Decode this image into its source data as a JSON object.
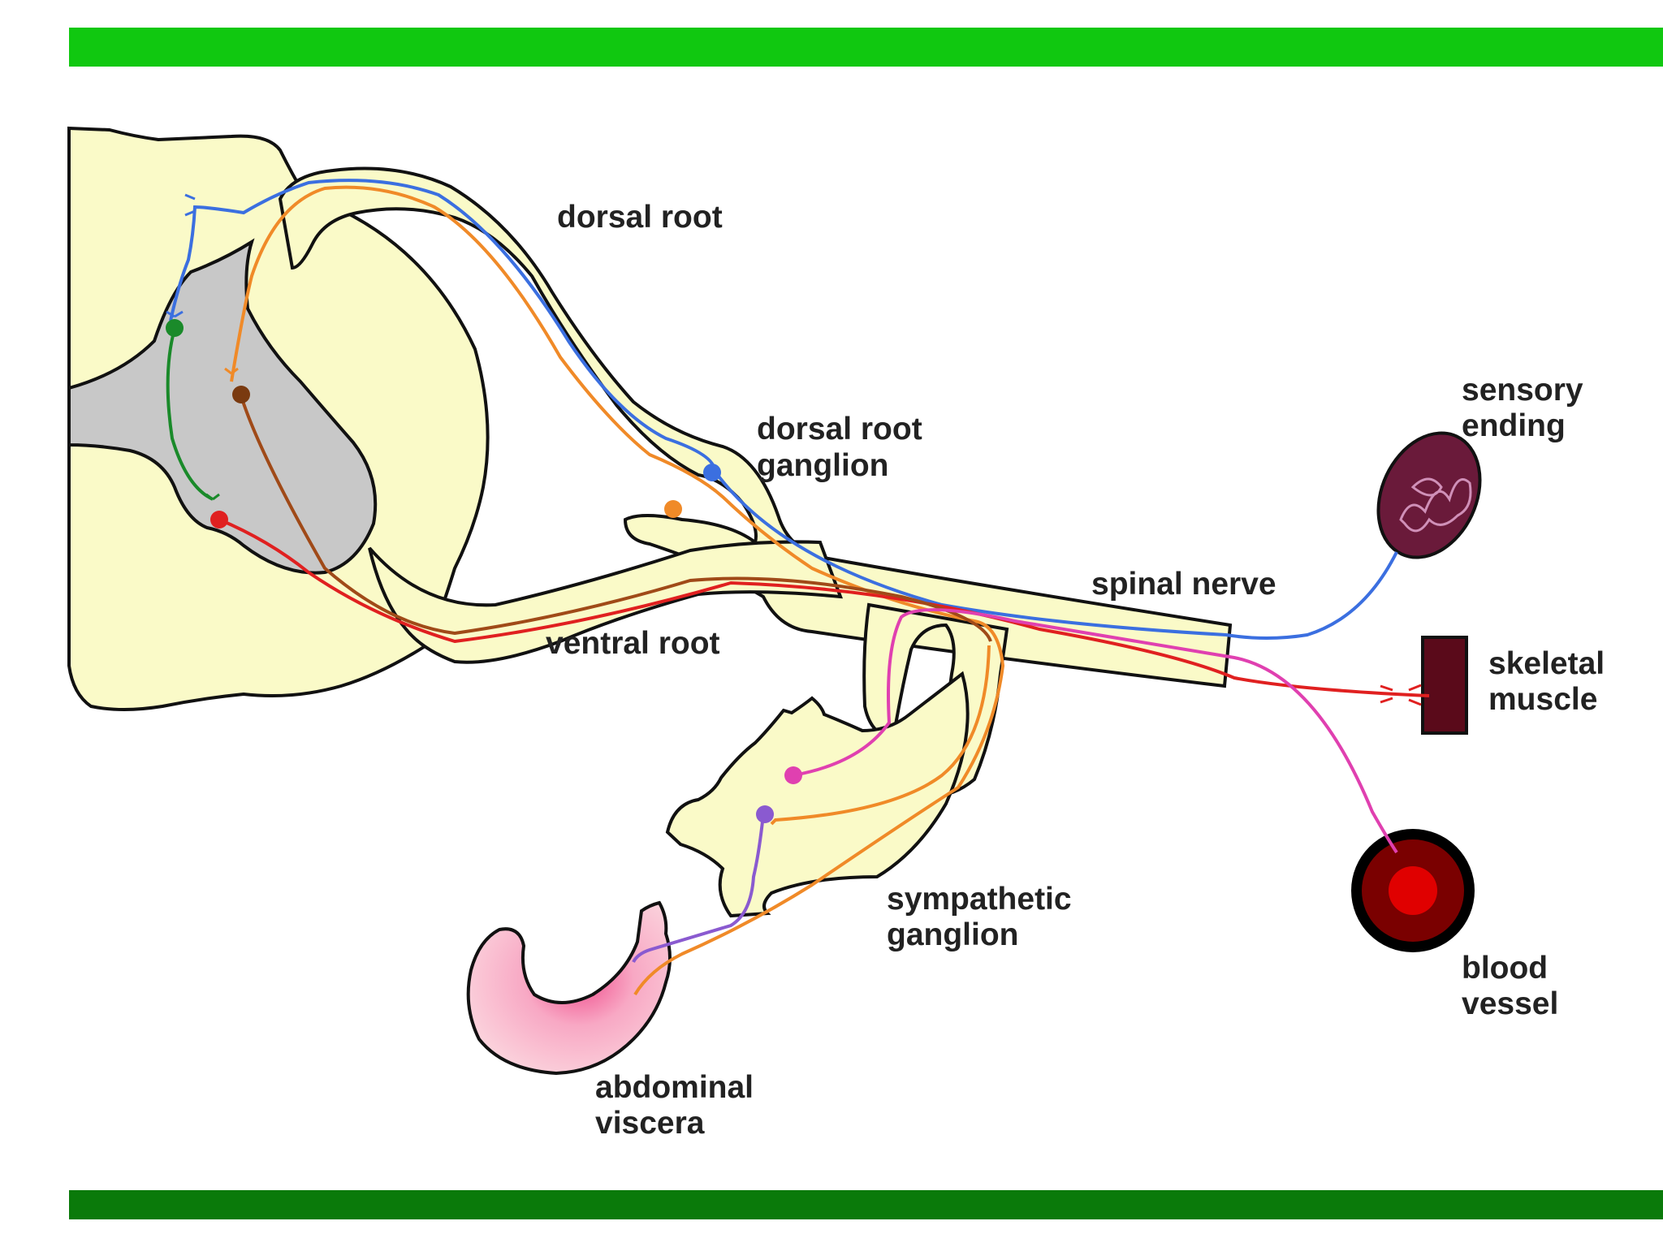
{
  "colors": {
    "top_bar": "#10c810",
    "bottom_bar": "#0a7a0a",
    "tissue": "#fafac8",
    "grey_matter": "#c8c8c8",
    "sensory_fiber": "#3b6fe0",
    "visceral_sensory_fiber": "#f08a28",
    "motor_fiber": "#e02020",
    "preganglionic_fiber": "#7a3a10",
    "postganglionic_fiber": "#e040b0",
    "visceral_postganglionic_fiber": "#8a5ad0",
    "interneuron": "#1a8a2a"
  },
  "labels": {
    "dorsal_root": "dorsal root",
    "dorsal_root_ganglion_1": "dorsal root",
    "dorsal_root_ganglion_2": "ganglion",
    "spinal_nerve": "spinal nerve",
    "ventral_root": "ventral root",
    "sensory_ending_1": "sensory",
    "sensory_ending_2": "ending",
    "skeletal_muscle_1": "skeletal",
    "skeletal_muscle_2": "muscle",
    "sympathetic_ganglion_1": "sympathetic",
    "sympathetic_ganglion_2": "ganglion",
    "blood_vessel_1": "blood",
    "blood_vessel_2": "vessel",
    "abdominal_viscera_1": "abdominal",
    "abdominal_viscera_2": "viscera"
  }
}
